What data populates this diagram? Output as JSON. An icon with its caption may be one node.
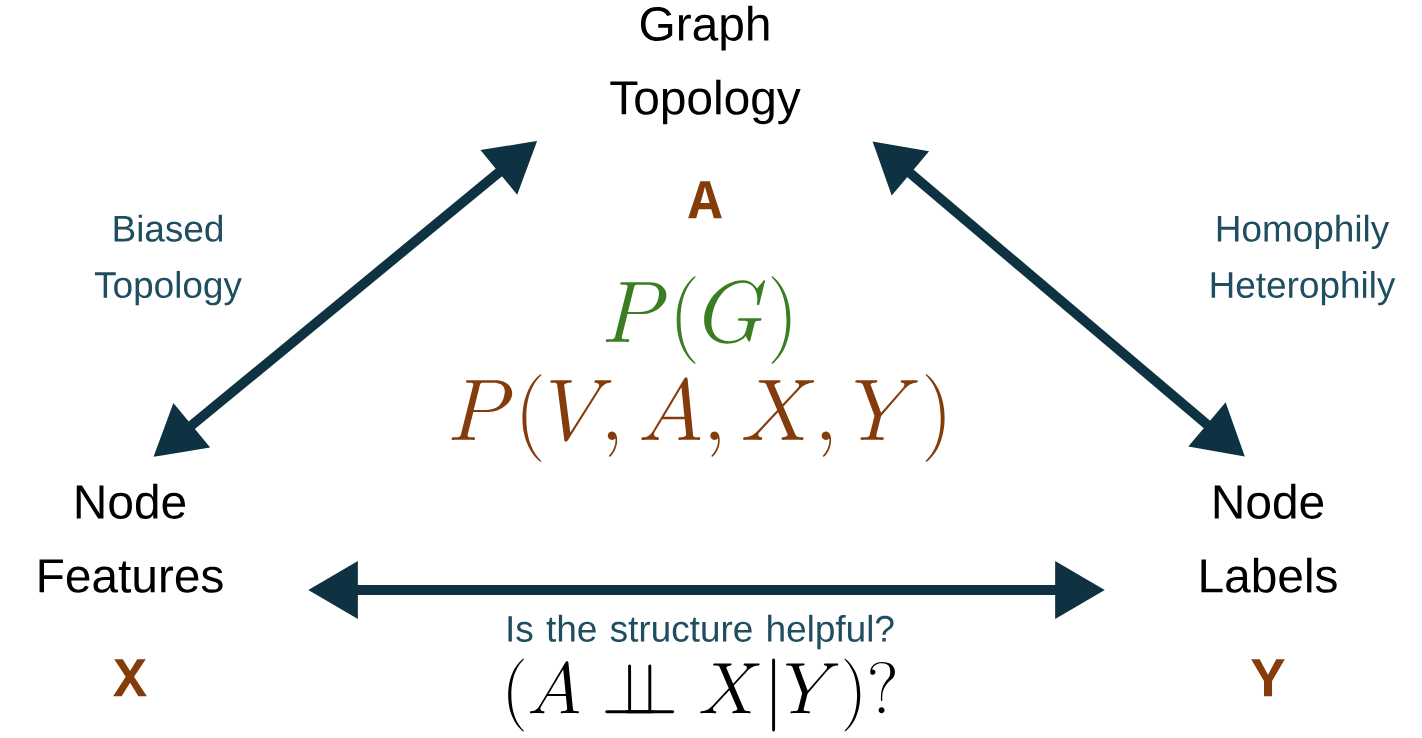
{
  "diagram": {
    "nodes": [
      {
        "text": [
          "Graph Topology",
          "A"
        ]
      },
      {
        "text": [
          "Node Features",
          "X"
        ]
      },
      {
        "text": [
          "Node Labels",
          "Y"
        ]
      }
    ],
    "edges": [
      {
        "from": 0,
        "to": 1,
        "arrow": "both",
        "label": "Biased Topology"
      },
      {
        "from": 0,
        "to": 2,
        "arrow": "both",
        "label": "Homophily Heterophily"
      },
      {
        "from": 1,
        "to": 2,
        "arrow": "both",
        "label": "Is the structure helpful?"
      }
    ],
    "labels": [
      "P(G)",
      "P(V, A, X, Y)",
      "(A \\perp\\!\\!\\!\\perp X | Y)?"
    ]
  }
}
